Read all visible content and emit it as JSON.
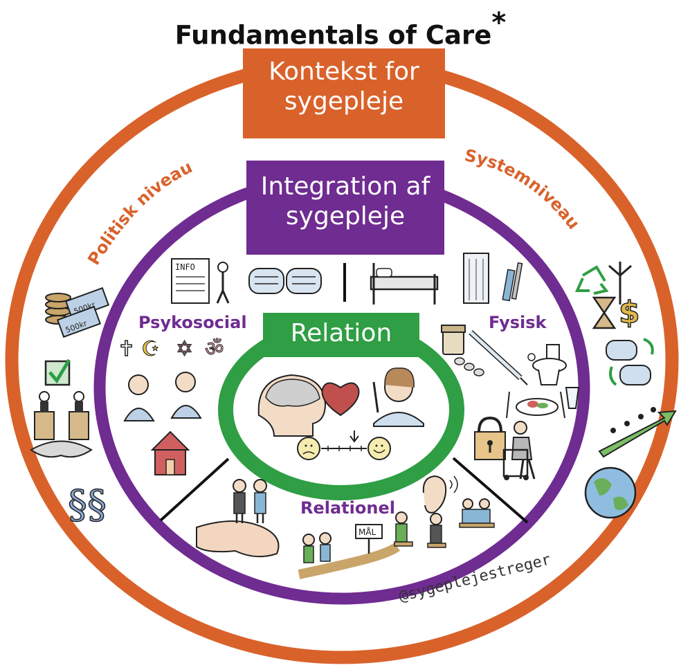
{
  "title": "Fundamentals of Care",
  "title_mark": "*",
  "outer": {
    "label_line1": "Kontekst for",
    "label_line2": "sygepleje",
    "color": "#d9622b",
    "left_arc_label": "Politisk niveau",
    "right_arc_label": "Systemniveau"
  },
  "middle": {
    "label_line1": "Integration af",
    "label_line2": "sygepleje",
    "color": "#6f2c91"
  },
  "inner": {
    "label": "Relation",
    "color": "#2f9e44"
  },
  "sections": {
    "psykosocial": "Psykosocial",
    "fysisk": "Fysisk",
    "relationel": "Relationel"
  },
  "icon_labels": {
    "info": "INFO",
    "maal": "MÅL",
    "money_a": "500kr",
    "money_b": "500kr"
  },
  "credit": "@sygeplejestreger",
  "icons": [
    "coins-icon",
    "money-icon",
    "checkbox-icon",
    "podium-debate-icon",
    "paragraph-icon",
    "info-document-icon",
    "speech-bubbles-icon",
    "religion-symbols-icon",
    "person-heart-icon",
    "house-icon",
    "bed-icon",
    "shower-icon",
    "toothbrush-icon",
    "medicine-jar-icon",
    "syringe-icon",
    "pills-icon",
    "toilet-icon",
    "meal-icon",
    "glass-icon",
    "lock-icon",
    "walker-icon",
    "recycle-icon",
    "wind-turbine-icon",
    "hourglass-icon",
    "dollar-icon",
    "chat-icon",
    "growth-arrow-icon",
    "globe-icon",
    "brain-icon",
    "heart-icon",
    "pointing-person-icon",
    "rating-scale-icon",
    "handshake-icon",
    "couple-icon",
    "goal-path-icon",
    "ear-icon",
    "seated-people-icon"
  ]
}
